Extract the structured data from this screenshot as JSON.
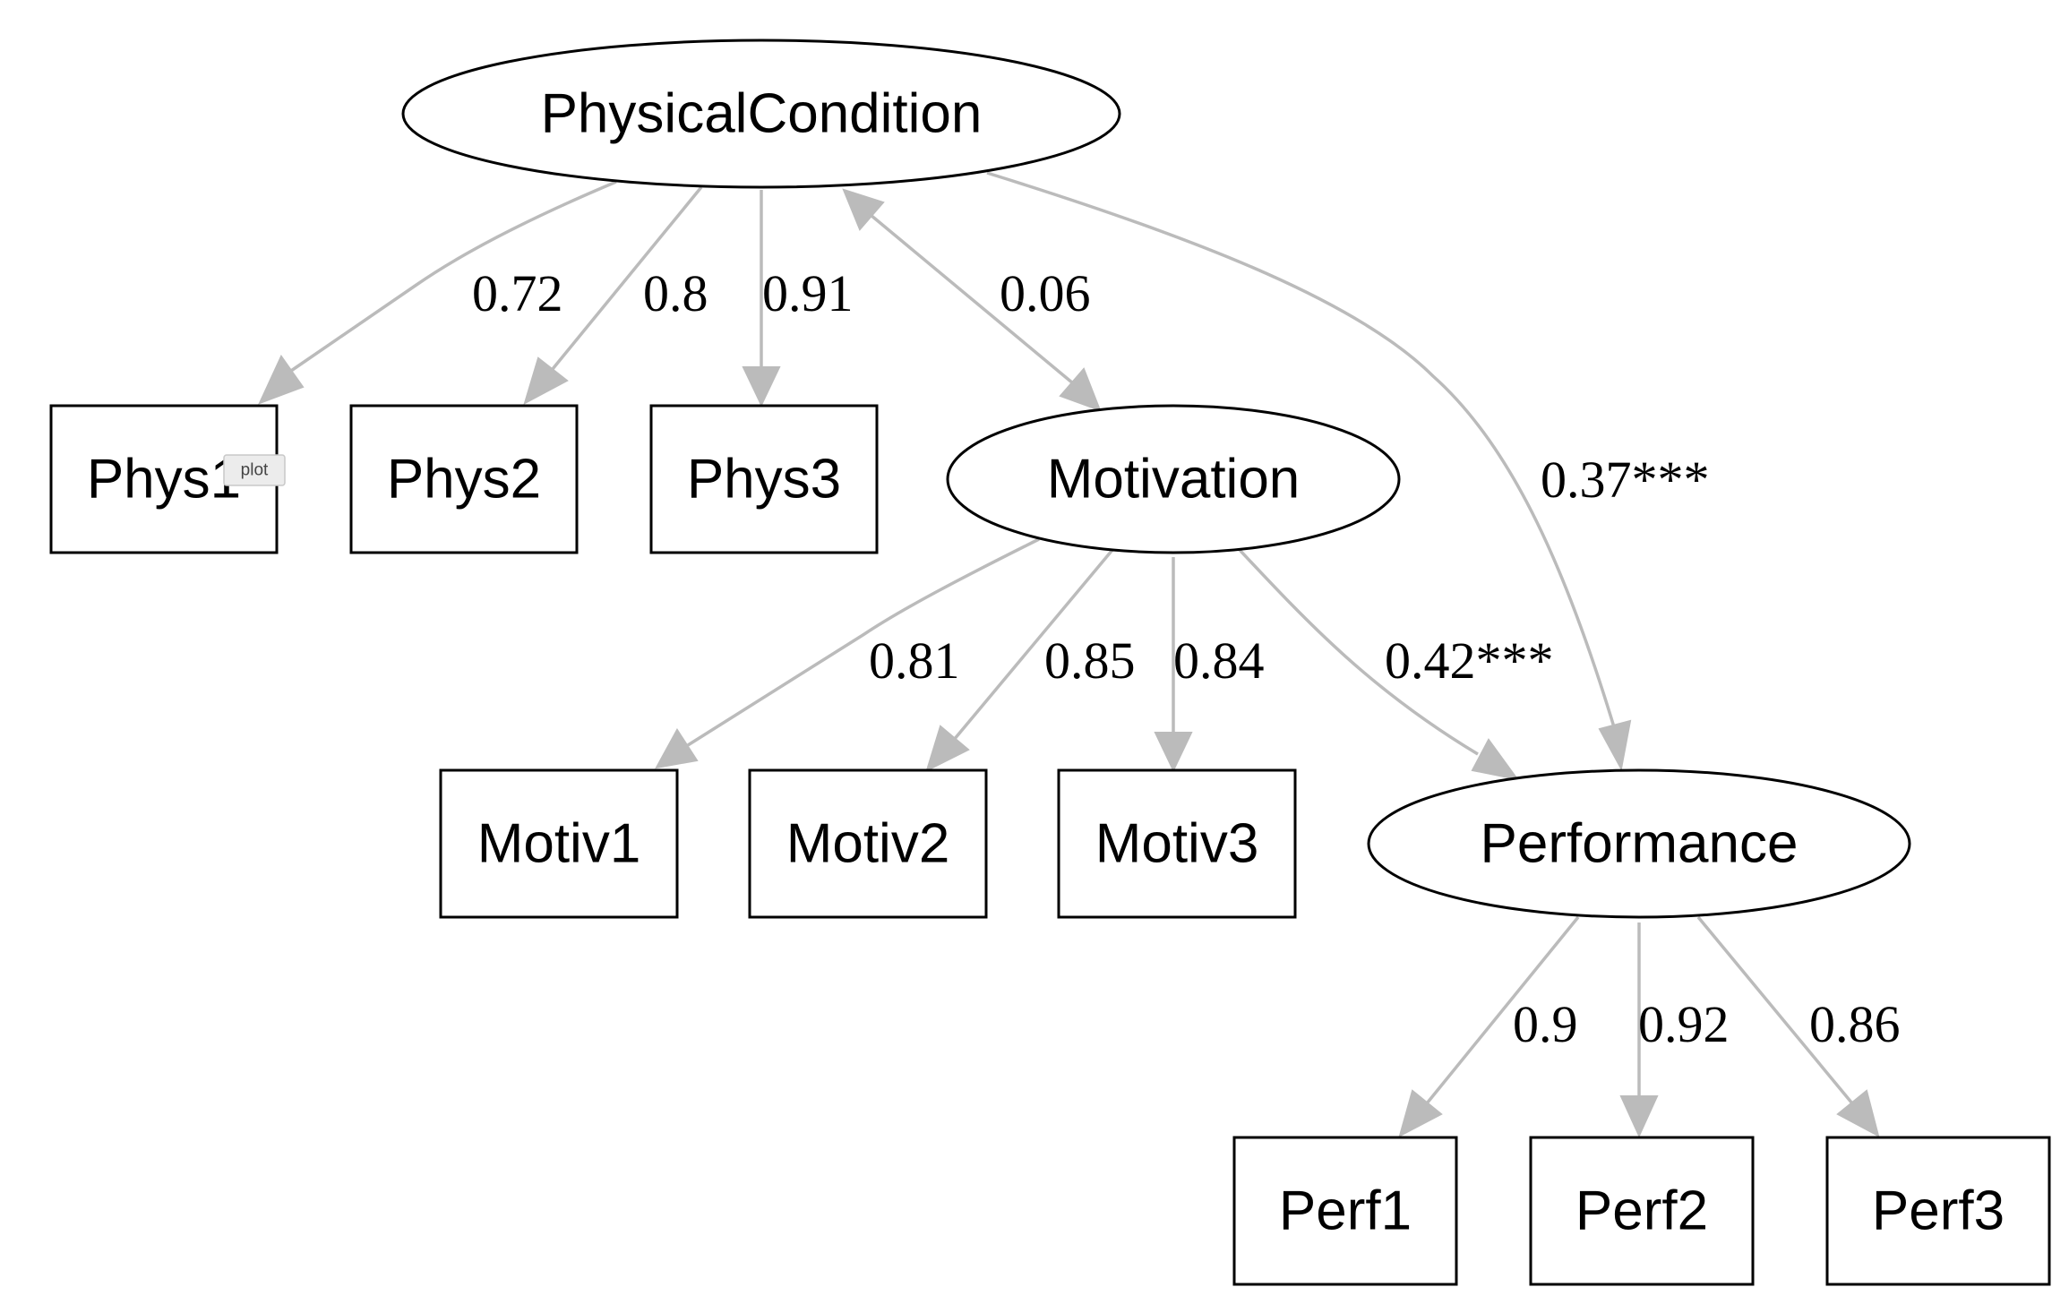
{
  "colors": {
    "edge": "#bbbbbb",
    "node_stroke": "#000000",
    "background": "#ffffff"
  },
  "nodes": {
    "physical_condition": "PhysicalCondition",
    "motivation": "Motivation",
    "performance": "Performance",
    "phys1": "Phys1",
    "phys2": "Phys2",
    "phys3": "Phys3",
    "motiv1": "Motiv1",
    "motiv2": "Motiv2",
    "motiv3": "Motiv3",
    "perf1": "Perf1",
    "perf2": "Perf2",
    "perf3": "Perf3"
  },
  "edges": {
    "pc_phys1": "0.72",
    "pc_phys2": "0.8",
    "pc_phys3": "0.91",
    "pc_motivation": "0.06",
    "pc_performance": "0.37***",
    "mot_motiv1": "0.81",
    "mot_motiv2": "0.85",
    "mot_motiv3": "0.84",
    "mot_performance": "0.42***",
    "perf_perf1": "0.9",
    "perf_perf2": "0.92",
    "perf_perf3": "0.86"
  },
  "tooltip": "plot"
}
